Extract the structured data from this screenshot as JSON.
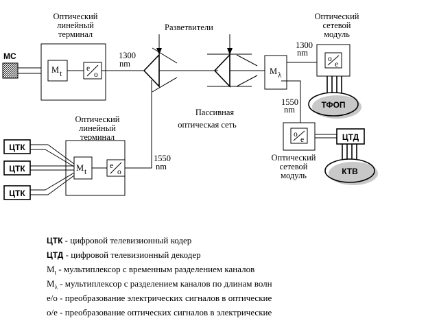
{
  "labels": {
    "olt": [
      "Оптический",
      "линейный",
      "терминал"
    ],
    "onu": [
      "Оптический",
      "сетевой",
      "модуль"
    ],
    "splitters": "Разветвители",
    "pon": [
      "Пассивная",
      "оптическая сеть"
    ],
    "mc": "МС",
    "ctk": "ЦТК",
    "ctd": "ЦТД",
    "tfop": "ТФОП",
    "ktv": "КТВ",
    "mt": "M",
    "mt_sub": "t",
    "ml": "M",
    "ml_sub": "λ",
    "wl1300": "1300",
    "wl1550": "1550",
    "nm": "nm",
    "eo_top": "e",
    "eo_bot": "o",
    "oe_top": "o",
    "oe_bot": "e"
  },
  "legend": [
    {
      "term": "ЦТК",
      "sub": "",
      "text": " - цифровой телевизионный кодер",
      "bold": true
    },
    {
      "term": "ЦТД",
      "sub": "",
      "text": " - цифровой телевизионный декодер",
      "bold": true
    },
    {
      "term": "M",
      "sub": "t",
      "text": " - мультиплексор с временным разделением каналов",
      "bold": false
    },
    {
      "term": "M",
      "sub": "λ",
      "text": " - мультиплексор с разделением каналов по длинам волн",
      "bold": false
    },
    {
      "term": "e/o",
      "sub": "",
      "text": " - преобразование электрических сигналов в оптические",
      "bold": false
    },
    {
      "term": "o/e",
      "sub": "",
      "text": " - преобразование оптических сигналов в электрические",
      "bold": false
    }
  ]
}
